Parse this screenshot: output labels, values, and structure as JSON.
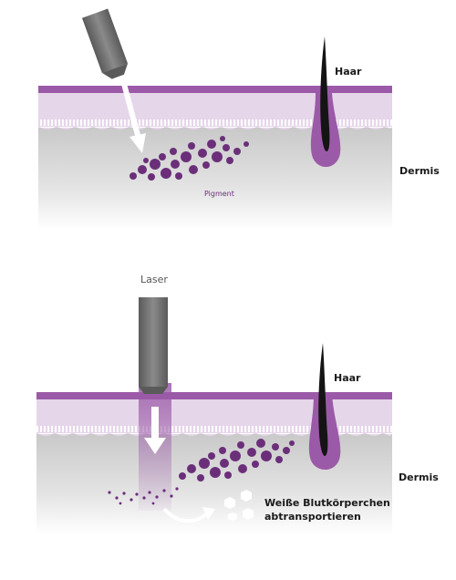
{
  "labels": {
    "hair_top": "Haar",
    "dermis_top": "Dermis",
    "pigment": "Pigment",
    "laser": "Laser",
    "hair_bottom": "Haar",
    "dermis_bottom": "Dermis",
    "white_cells_line1": "Weiße Blutkörperchen",
    "white_cells_line2": "abtransportieren"
  },
  "colors": {
    "epidermis_band": "#9b5aa8",
    "epidermis_light": "#e6d6ea",
    "dermis_gray": "#cfcfcf",
    "pigment": "#6b2f7a",
    "hair": "#141414",
    "follicle": "#9b5aa8",
    "laser_gray": "#6d6d6d"
  },
  "icons": [
    "laser-handpiece-icon",
    "arrow-down-icon",
    "hair-icon",
    "follicle-icon",
    "white-blood-cell-icon",
    "curved-arrow-icon"
  ]
}
